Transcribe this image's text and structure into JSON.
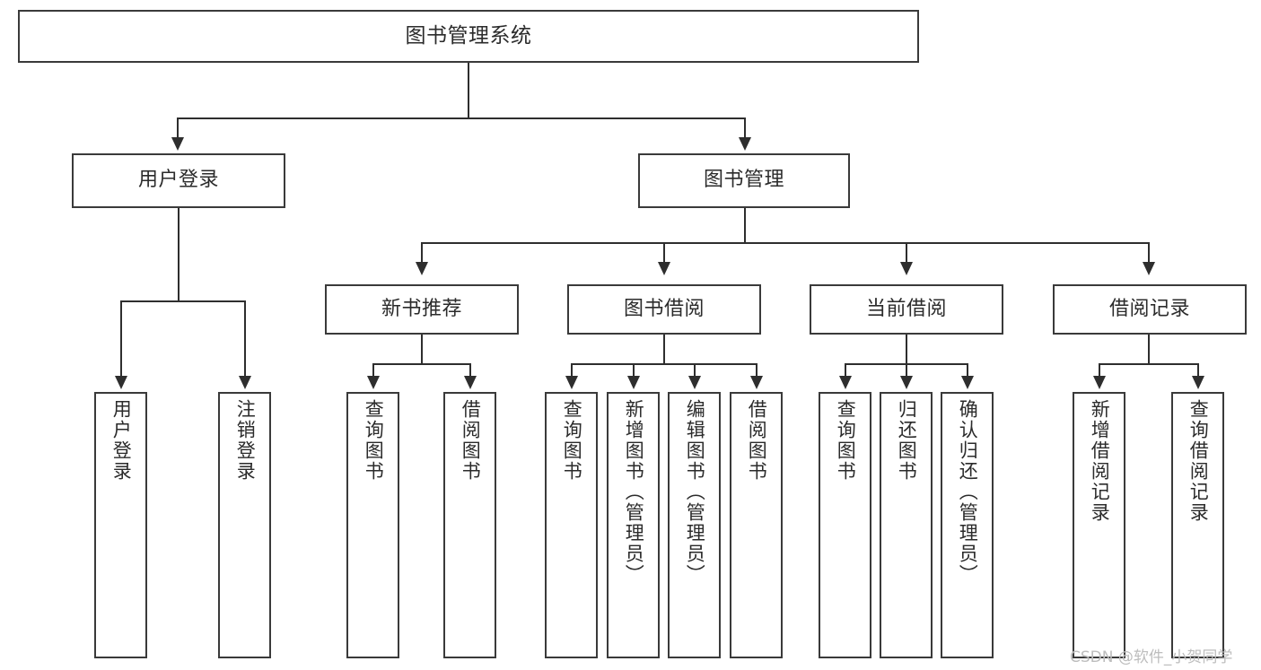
{
  "diagram": {
    "title": "图书管理系统",
    "type": "tree-hierarchy",
    "root": {
      "label": "图书管理系统"
    },
    "level2": [
      {
        "label": "用户登录"
      },
      {
        "label": "图书管理"
      }
    ],
    "level3": [
      {
        "label": "新书推荐"
      },
      {
        "label": "图书借阅"
      },
      {
        "label": "当前借阅"
      },
      {
        "label": "借阅记录"
      }
    ],
    "leaves": {
      "user_login": [
        {
          "label": "用户登录"
        },
        {
          "label": "注销登录"
        }
      ],
      "new_book_recommend": [
        {
          "label": "查询图书"
        },
        {
          "label": "借阅图书"
        }
      ],
      "book_borrow": [
        {
          "label": "查询图书"
        },
        {
          "label": "新增图书（管理员）"
        },
        {
          "label": "编辑图书（管理员）"
        },
        {
          "label": "借阅图书"
        }
      ],
      "current_borrow": [
        {
          "label": "查询图书"
        },
        {
          "label": "归还图书"
        },
        {
          "label": "确认归还（管理员）"
        }
      ],
      "borrow_record": [
        {
          "label": "新增借阅记录"
        },
        {
          "label": "查询借阅记录"
        }
      ]
    }
  },
  "watermark": {
    "text": "CSDN @软件_小贺同学"
  },
  "colors": {
    "border": "#3a3a3a",
    "line": "#2e2e2e",
    "text": "#2b2b2b",
    "background": "#ffffff",
    "watermark": "#bdbdbd"
  }
}
